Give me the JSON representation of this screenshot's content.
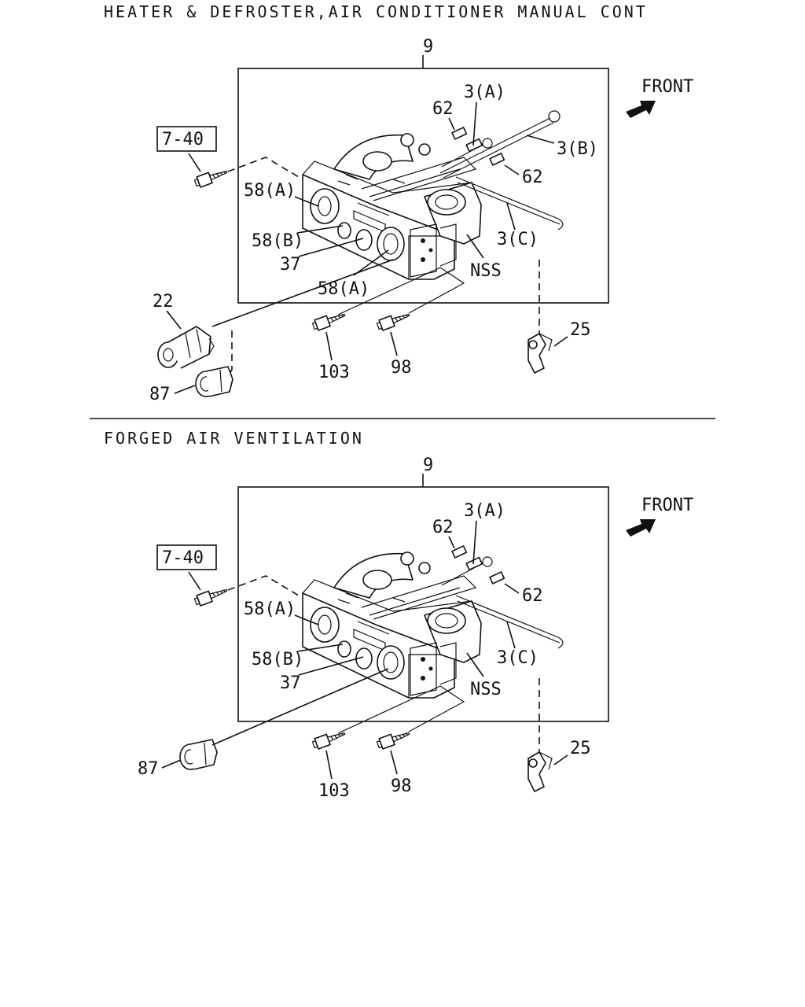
{
  "sections": [
    {
      "title": "HEATER & DEFROSTER,AIR CONDITIONER MANUAL CONT",
      "labels": {
        "p9": "9",
        "p740": "7-40",
        "p62a": "62",
        "p3a": "3(A)",
        "p3b": "3(B)",
        "p62b": "62",
        "p58a1": "58(A)",
        "p58b": "58(B)",
        "p37": "37",
        "p58a2": "58(A)",
        "p3c": "3(C)",
        "pnss": "NSS",
        "p22": "22",
        "p87": "87",
        "p103": "103",
        "p98": "98",
        "p25": "25",
        "front": "FRONT"
      }
    },
    {
      "title": "FORGED AIR VENTILATION",
      "labels": {
        "p9": "9",
        "p740": "7-40",
        "p62a": "62",
        "p3a": "3(A)",
        "p62b": "62",
        "p58a1": "58(A)",
        "p58b": "58(B)",
        "p37": "37",
        "p3c": "3(C)",
        "pnss": "NSS",
        "p87": "87",
        "p103": "103",
        "p98": "98",
        "p25": "25",
        "front": "FRONT"
      }
    }
  ],
  "icons": {
    "front_arrow": "front-arrow-icon"
  },
  "colors": {
    "ink": "#111111",
    "background": "#ffffff"
  }
}
